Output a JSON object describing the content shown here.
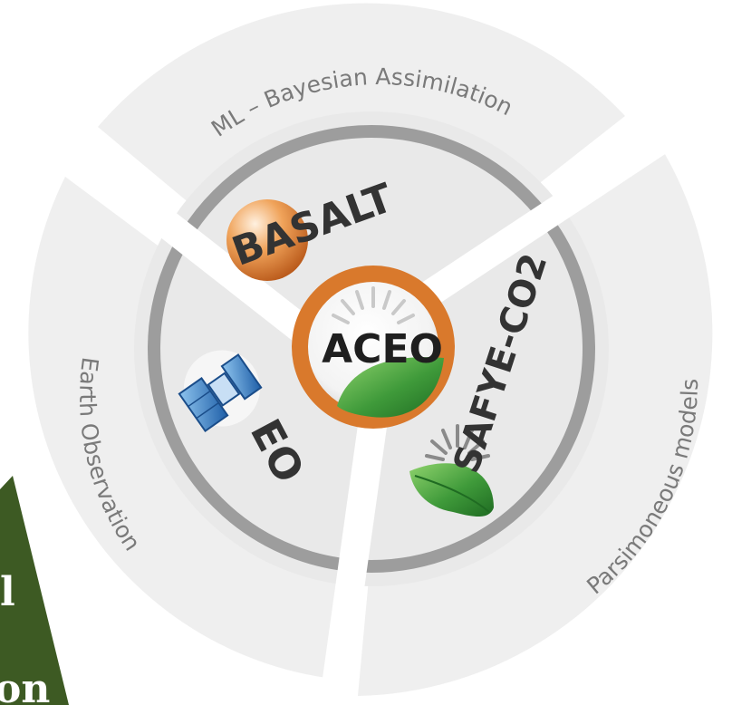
{
  "sectors": {
    "top": "ML – Bayesian Assimilation",
    "left": "Earth Observation",
    "right": "Parsimoneous models"
  },
  "modules": {
    "basalt": "BASALT",
    "eo": "EO",
    "safye": "SAFYE-CO2"
  },
  "center": {
    "label": "ACEO"
  },
  "colors": {
    "sector_fill": "#efefef",
    "inner_disc": "#e9e9e9",
    "ring": "#9d9d9d",
    "accent_orange": "#d9792c",
    "leaf_green": "#3f9a3a",
    "corner_green": "#3d5a23"
  },
  "icons": {
    "satellite": "satellite-icon",
    "leaf": "leaf-icon",
    "sun": "sun-icon",
    "orange_ball": "orange-ball-icon"
  },
  "corner_panel": {
    "letter_top": "l",
    "text_bottom": "on"
  }
}
